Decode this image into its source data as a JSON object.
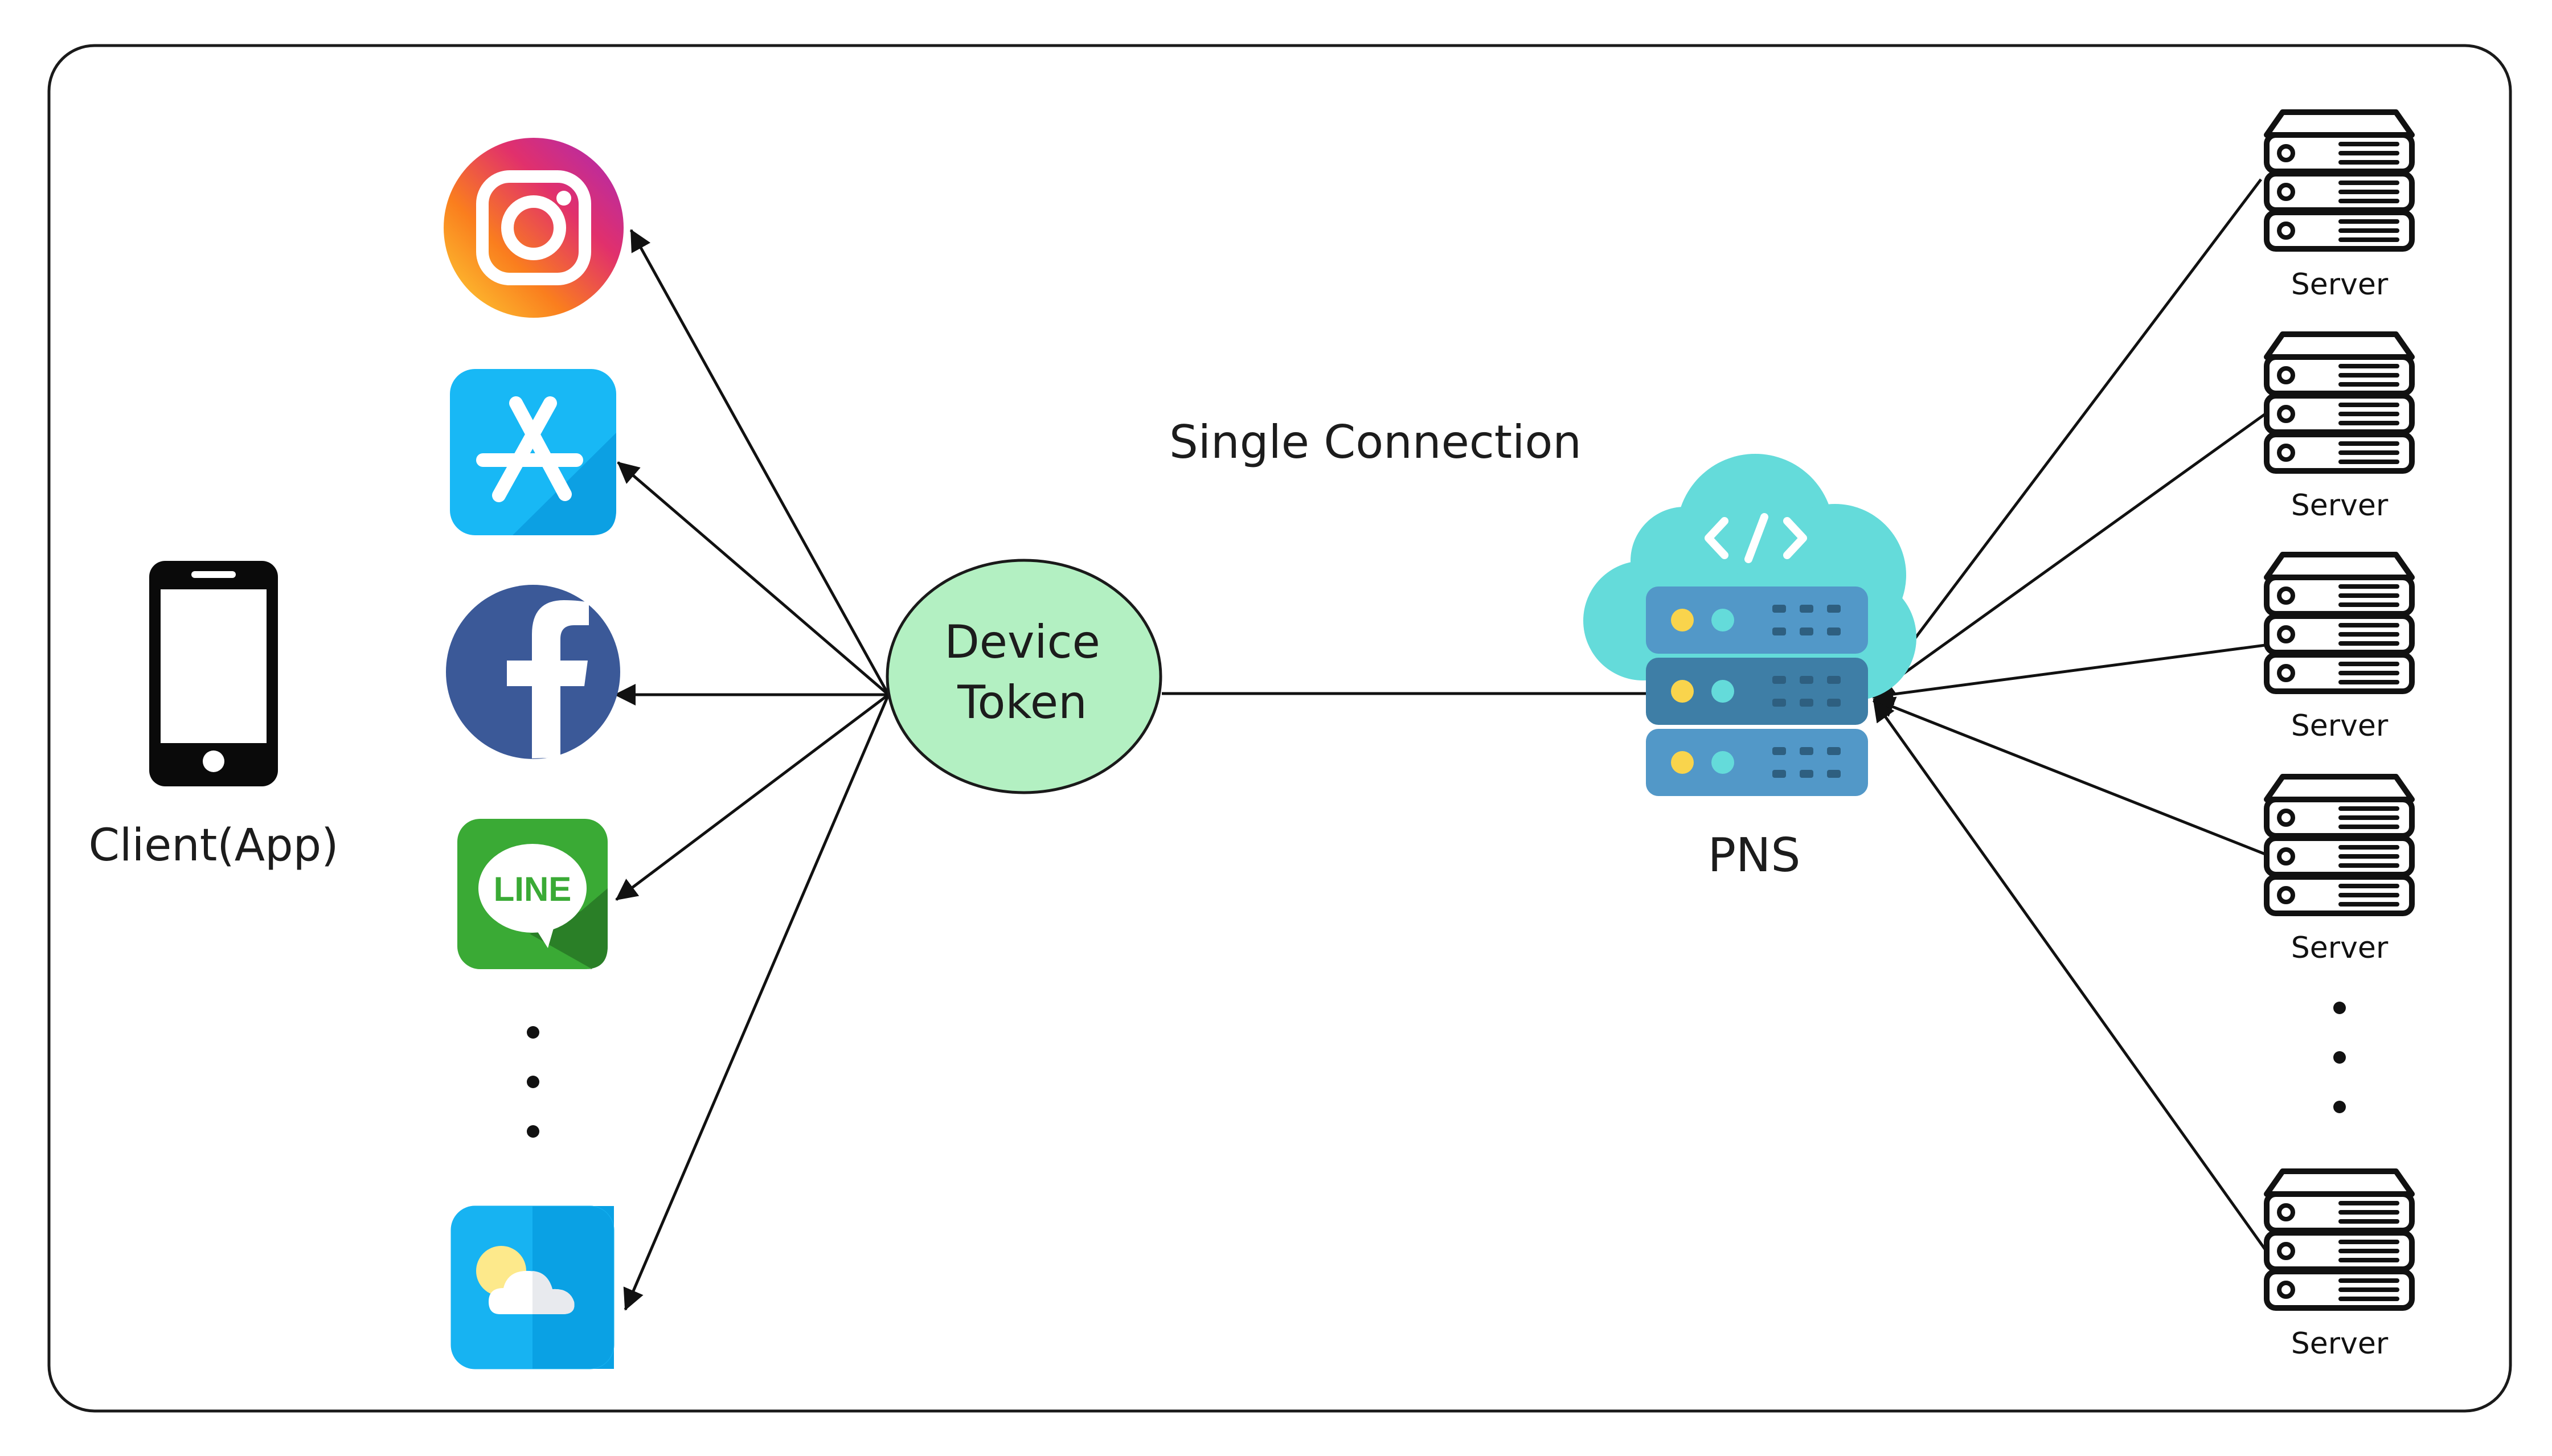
{
  "client": {
    "label": "Client(App)",
    "icon": "smartphone-icon"
  },
  "apps": [
    {
      "name": "instagram-icon"
    },
    {
      "name": "app-store-icon"
    },
    {
      "name": "facebook-icon",
      "glyph": "f"
    },
    {
      "name": "line-icon",
      "glyph": "LINE"
    },
    {
      "name": "weather-icon"
    }
  ],
  "device_token": {
    "line1": "Device",
    "line2": "Token"
  },
  "single_connection": "Single Connection",
  "pns": {
    "label": "PNS",
    "icon": "cloud-server-icon",
    "glyph": "</>"
  },
  "servers": [
    {
      "label": "Server"
    },
    {
      "label": "Server"
    },
    {
      "label": "Server"
    },
    {
      "label": "Server"
    },
    {
      "label": "Server"
    }
  ],
  "colors": {
    "token_fill": "#b3f0c2",
    "cloud": "#64dbda",
    "rack": "#5298c8",
    "rack_mid": "#3e7ea6",
    "facebook": "#3b5998",
    "line": "#3aaa35",
    "appstore": "#18b8f5",
    "weather": "#17b3f2"
  }
}
